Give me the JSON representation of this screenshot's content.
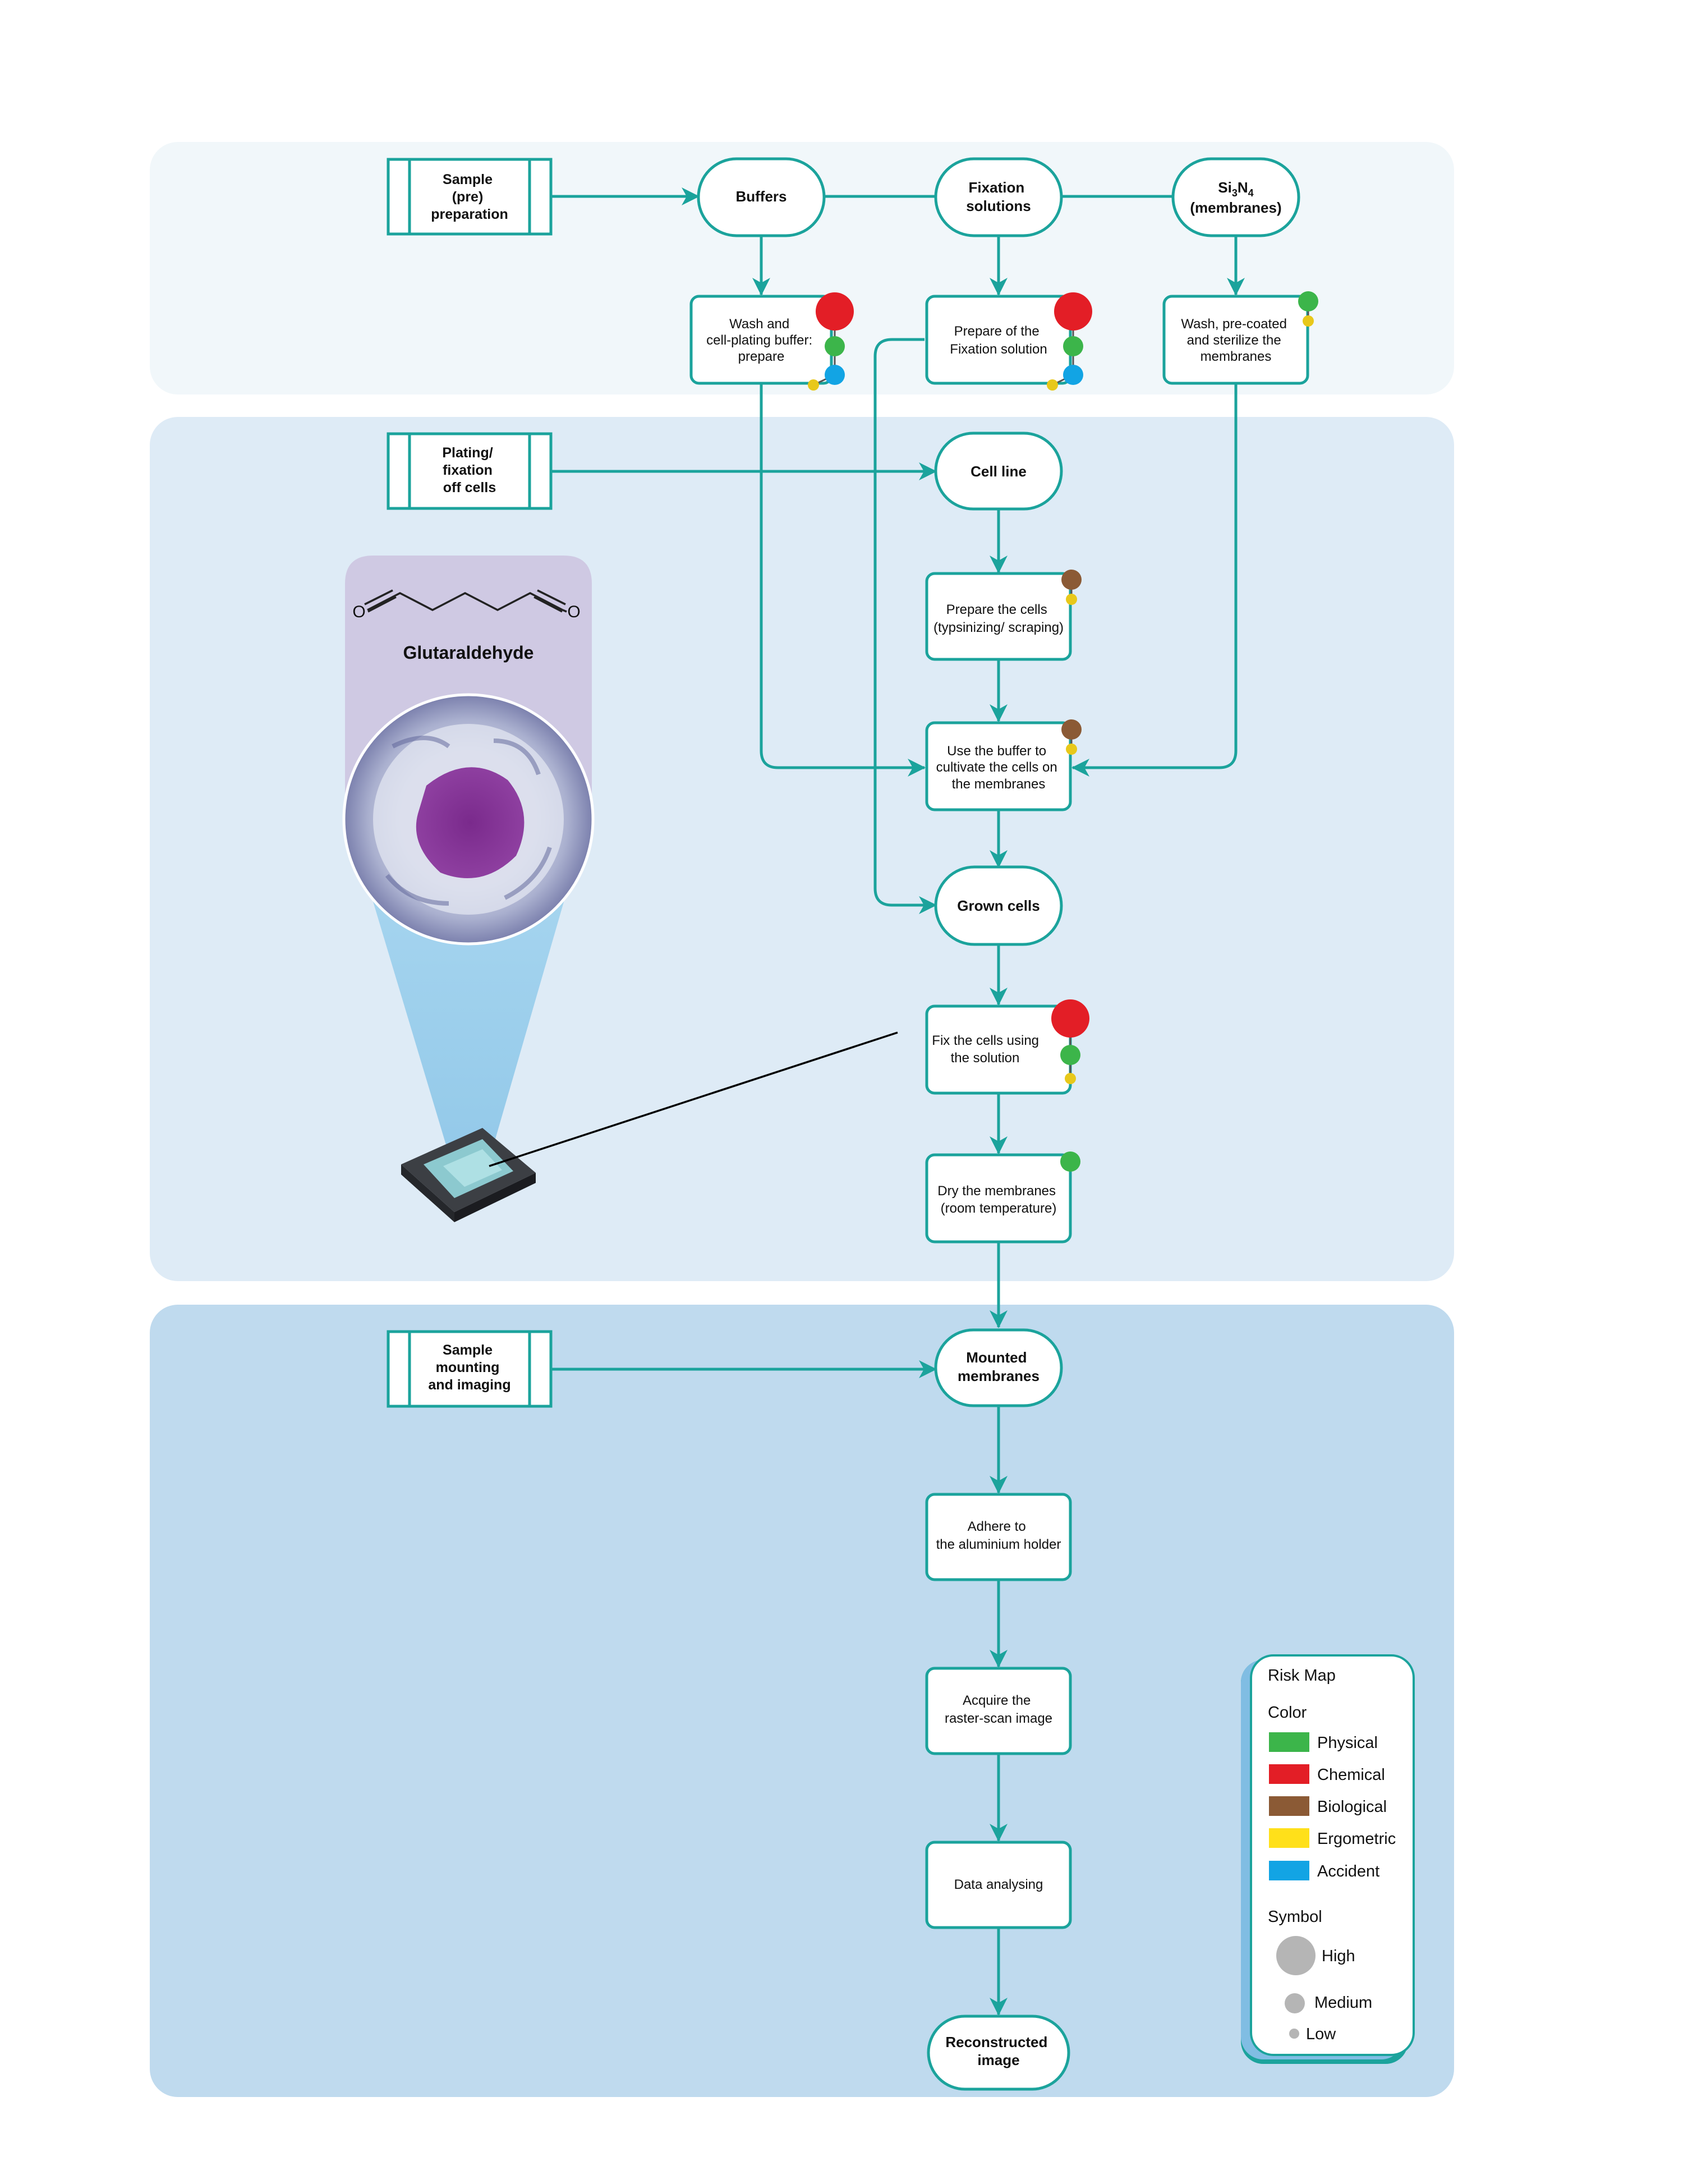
{
  "sections": {
    "s1": {
      "header": [
        "Sample",
        "(pre)",
        "preparation"
      ],
      "buffers": "Buffers",
      "fixation": [
        "Fixation",
        "solutions"
      ],
      "si3n4_line2": "(membranes)",
      "wash_buffer": [
        "Wash and",
        "cell-plating buffer:",
        "prepare"
      ],
      "prepare_fix": [
        "Prepare of the",
        "Fixation solution"
      ],
      "wash_membranes": [
        "Wash, pre-coated",
        "and sterilize the",
        "membranes"
      ]
    },
    "s2": {
      "header": [
        "Plating/",
        "fixation",
        "off cells"
      ],
      "cell_line": "Cell line",
      "prepare_cells": [
        "Prepare the cells",
        "(typsinizing/ scraping)"
      ],
      "use_buffer": [
        "Use the buffer to",
        "cultivate the cells on",
        "the membranes"
      ],
      "grown_cells": "Grown cells",
      "fix_cells": [
        "Fix the cells using",
        "the  solution"
      ],
      "dry_membranes": [
        "Dry the membranes",
        "(room temperature)"
      ],
      "molecule_name": "Glutaraldehyde",
      "atom_label": "O"
    },
    "s3": {
      "header": [
        "Sample",
        "mounting",
        "and imaging"
      ],
      "mounted": [
        "Mounted",
        "membranes"
      ],
      "adhere": [
        "Adhere to",
        "the aluminium  holder"
      ],
      "acquire": [
        "Acquire the",
        "raster-scan image"
      ],
      "analysing": "Data analysing",
      "reconstructed": [
        "Reconstructed",
        "image"
      ]
    }
  },
  "legend": {
    "title": "Risk Map",
    "color_heading": "Color",
    "colors": [
      {
        "label": "Physical",
        "color": "#3cb54a"
      },
      {
        "label": "Chemical",
        "color": "#e31e26"
      },
      {
        "label": "Biological",
        "color": "#8b5a35"
      },
      {
        "label": "Ergometric",
        "color": "#ffe01a"
      },
      {
        "label": "Accident",
        "color": "#12a4e4"
      }
    ],
    "symbol_heading": "Symbol",
    "symbols": [
      "High",
      "Medium",
      "Low"
    ]
  },
  "colors": {
    "teal": "#1ba39c",
    "section1_bg": "#f1f7fa",
    "section2_bg": "#deebf6",
    "section3_bg": "#bfdaee",
    "molecule_panel": "#cfc9e3"
  }
}
